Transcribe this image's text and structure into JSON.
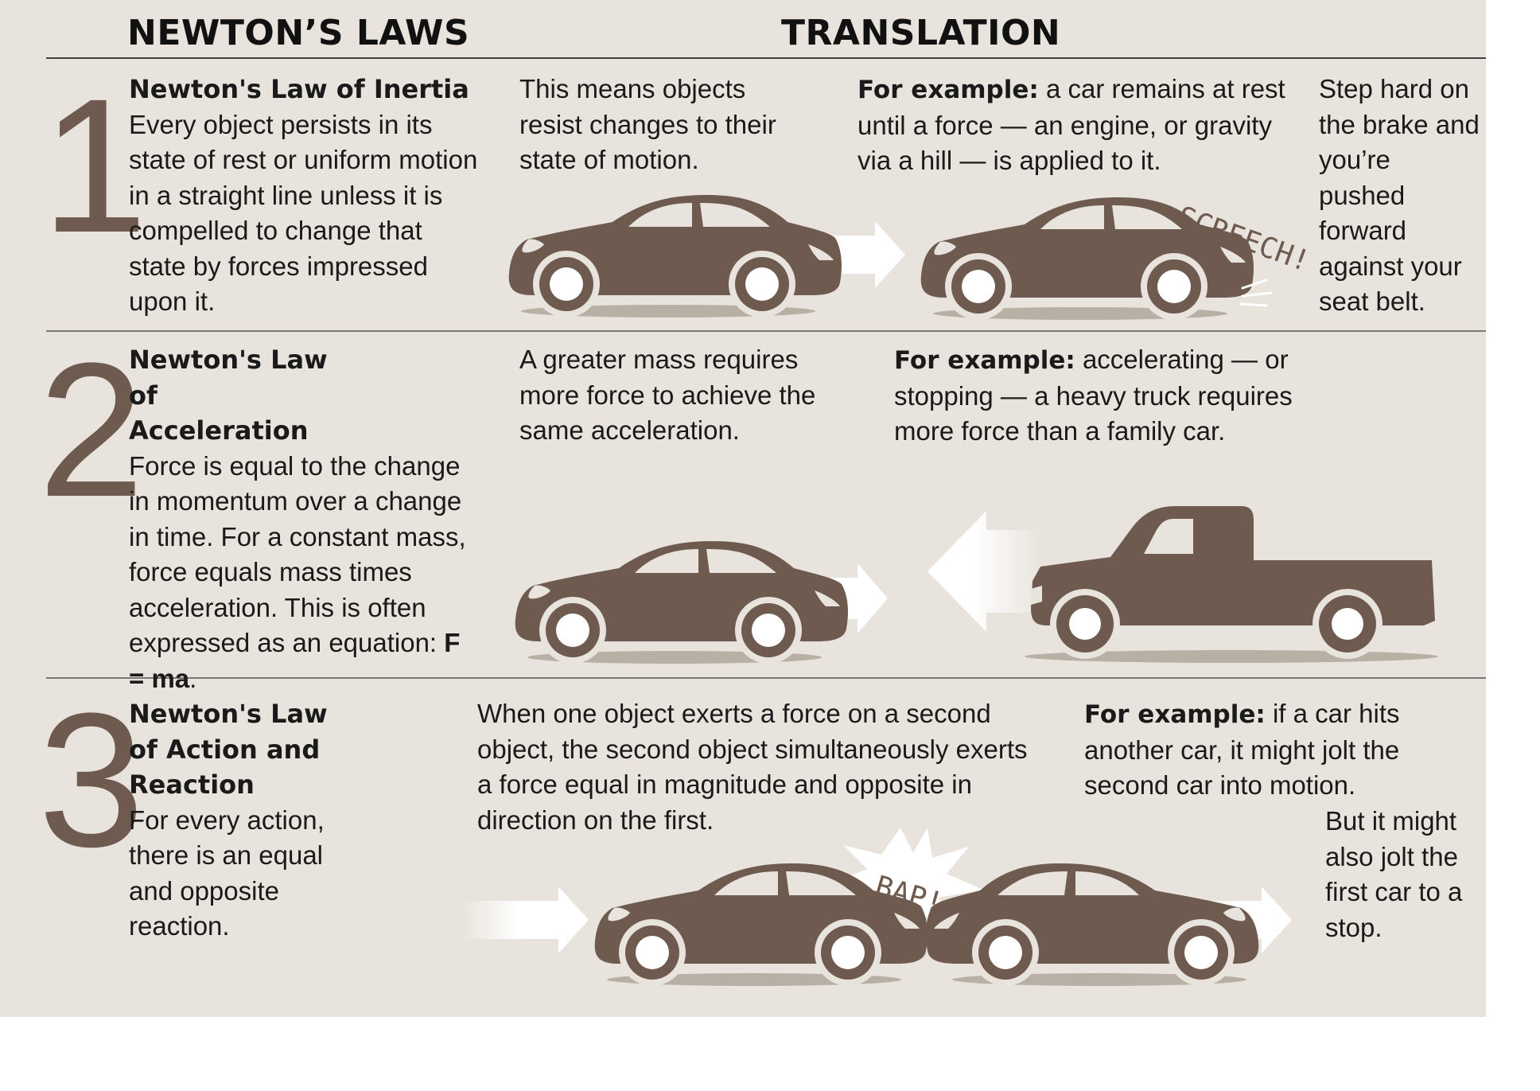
{
  "headers": {
    "laws": "NEWTON’S LAWS",
    "translation": "TRANSLATION"
  },
  "colors": {
    "background": "#e8e3dc",
    "car": "#6e5a4e",
    "shadow": "#b8afa5",
    "arrow": "#ffffff"
  },
  "law1": {
    "number": "1",
    "title": "Newton's Law of Inertia",
    "body": "Every object persists in its state of rest or uniform motion in a straight line unless it is compelled to change that state by forces impressed upon it.",
    "meaning": "This means objects resist changes to their state of motion.",
    "example_label": "For example:",
    "example_text": " a car remains at rest until a force — an engine, or gravity via a hill — is applied to it.",
    "aside": "Step hard on the brake and you’re pushed forward against your seat belt.",
    "sound": "SCREECH!"
  },
  "law2": {
    "number": "2",
    "title": "Newton's Law of Acceleration",
    "body": "Force is equal to the change in momentum over a change in time. For a constant mass, force equals mass times acceleration. This is often expressed as an equation: ",
    "equation": "F = ma",
    "period": ".",
    "meaning": "A greater mass requires more force to achieve the same acceleration.",
    "example_label": "For example:",
    "example_text": " accelerating — or stopping — a heavy truck requires more force than a family car."
  },
  "law3": {
    "number": "3",
    "title": "Newton's Law of Action and Reaction",
    "body": "For every action, there is an equal and opposite reaction.",
    "meaning": "When one object exerts a force on a second object, the second object simultaneously exerts a force equal in magnitude and opposite in direction on the first.",
    "example_label": "For example:",
    "example_text": " if a car hits another car, it might jolt the second car into motion.",
    "aside": "But it might also jolt the first car to a stop.",
    "sound": "BAP!"
  }
}
